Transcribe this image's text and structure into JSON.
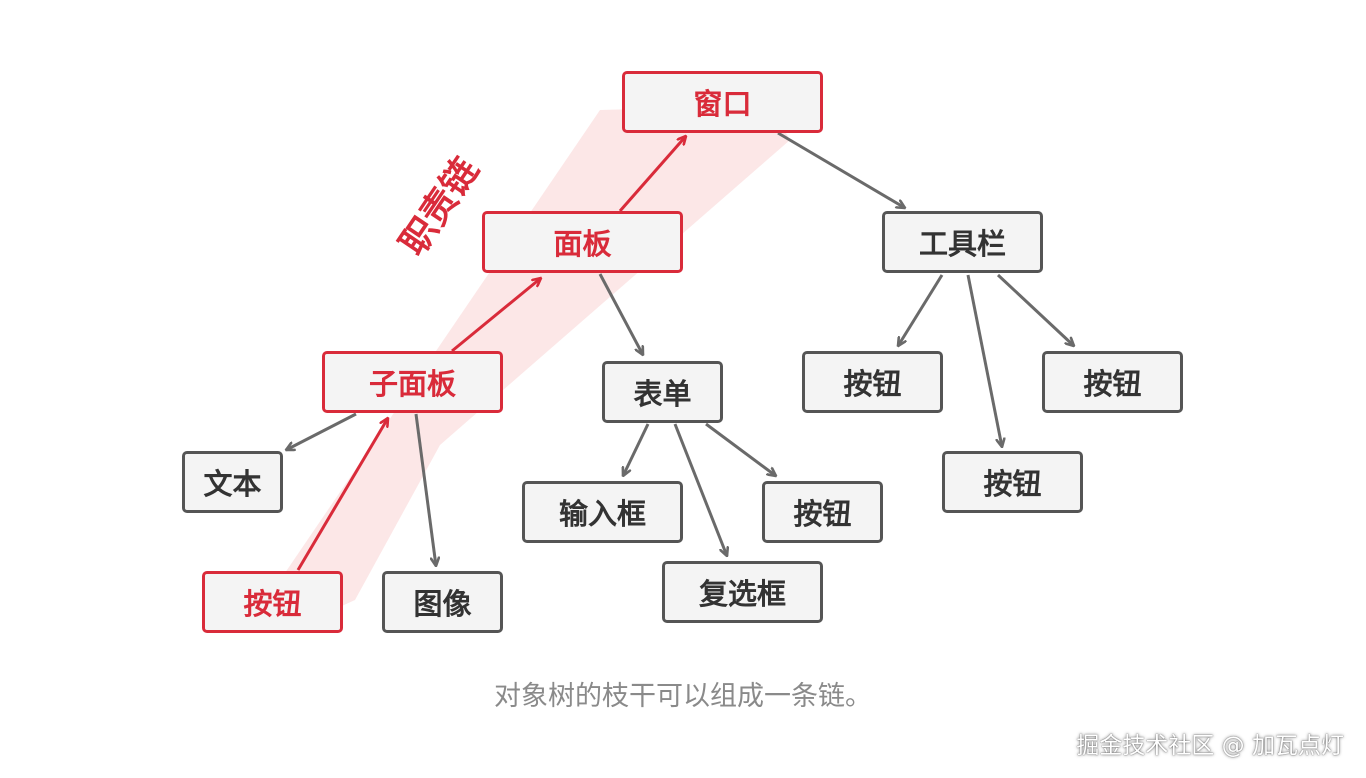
{
  "diagram": {
    "chain_label": "职责链",
    "nodes": {
      "window": "窗口",
      "panel": "面板",
      "toolbar": "工具栏",
      "subpanel": "子面板",
      "form": "表单",
      "toolbar_button_left": "按钮",
      "toolbar_button_right": "按钮",
      "toolbar_button_mid": "按钮",
      "text": "文本",
      "input": "输入框",
      "form_button": "按钮",
      "checkbox": "复选框",
      "chain_button": "按钮",
      "image": "图像"
    },
    "colors": {
      "highlight": "#d92b3a",
      "node_border": "#555555",
      "node_fill": "#f4f4f4",
      "arrow": "#6a6a6a",
      "chain_band": "#fbe3e3"
    }
  },
  "caption": "对象树的枝干可以组成一条链。",
  "watermark": "掘金技术社区 @ 加瓦点灯"
}
